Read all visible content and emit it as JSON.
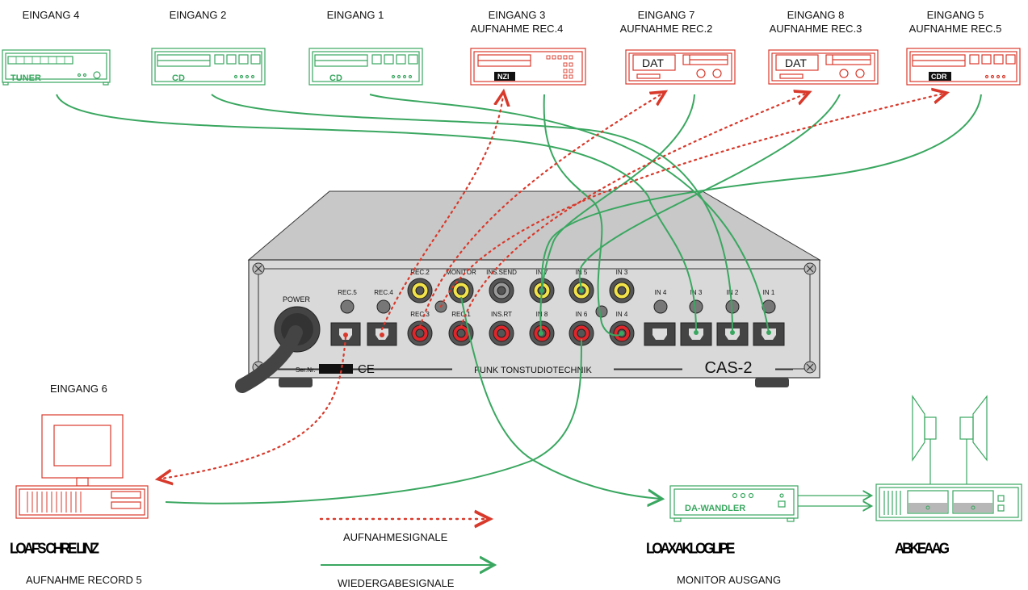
{
  "devices": {
    "eingang4": {
      "label": "EINGANG 4",
      "brand": "TUNER"
    },
    "eingang2": {
      "label": "EINGANG 2",
      "brand": "CD"
    },
    "eingang1": {
      "label": "EINGANG 1",
      "brand": "CD"
    },
    "eingang3": {
      "label": "EINGANG 3",
      "sub": "AUFNAHME  REC.4",
      "brand": "NZI"
    },
    "eingang7": {
      "label": "EINGANG 7",
      "sub": "AUFNAHME  REC.2",
      "brand": "DAT"
    },
    "eingang8": {
      "label": "EINGANG 8",
      "sub": "AUFNAHME  REC.3",
      "brand": "DAT"
    },
    "eingang5": {
      "label": "EINGANG 5",
      "sub": "AUFNAHME REC.5",
      "brand": "CDR"
    }
  },
  "main_unit": {
    "power_label": "POWER",
    "ser_label": "Ser.Nr.",
    "ce_mark": "CE",
    "manufacturer": "FUNK TONSTUDIOTECHNIK",
    "model": "CAS-2",
    "top_labels": [
      "REC.5",
      "REC.4",
      "REC.2",
      "MONITOR",
      "INS.SEND",
      "IN 7",
      "IN 5",
      "IN 3",
      "IN 4",
      "IN 3",
      "IN 2",
      "IN 1"
    ],
    "bottom_labels": [
      "REC.3",
      "REC.1",
      "INS.RT",
      "IN 8",
      "IN 6",
      "IN 4"
    ]
  },
  "computer": {
    "label": "EINGANG 6",
    "title_strike": "LOAFS CHRE LINZ",
    "caption": "AUFNAHME  RECORD 5"
  },
  "converter": {
    "name": "DA-WANDLER",
    "title_strike": "LOAXAKLOGLIPE",
    "caption": "MONITOR AUSGANG"
  },
  "amplifier": {
    "title_strike": "ABKEAAG"
  },
  "legend": {
    "record_label": "AUFNAHMESIGNALE",
    "playback_label": "WIEDERGABESIGNALE",
    "record_color": "#d8392b",
    "playback_color": "#3aa760"
  },
  "colors": {
    "input_device": "#3aa760",
    "record_device": "#d8392b",
    "panel": "#d9d9d9"
  }
}
